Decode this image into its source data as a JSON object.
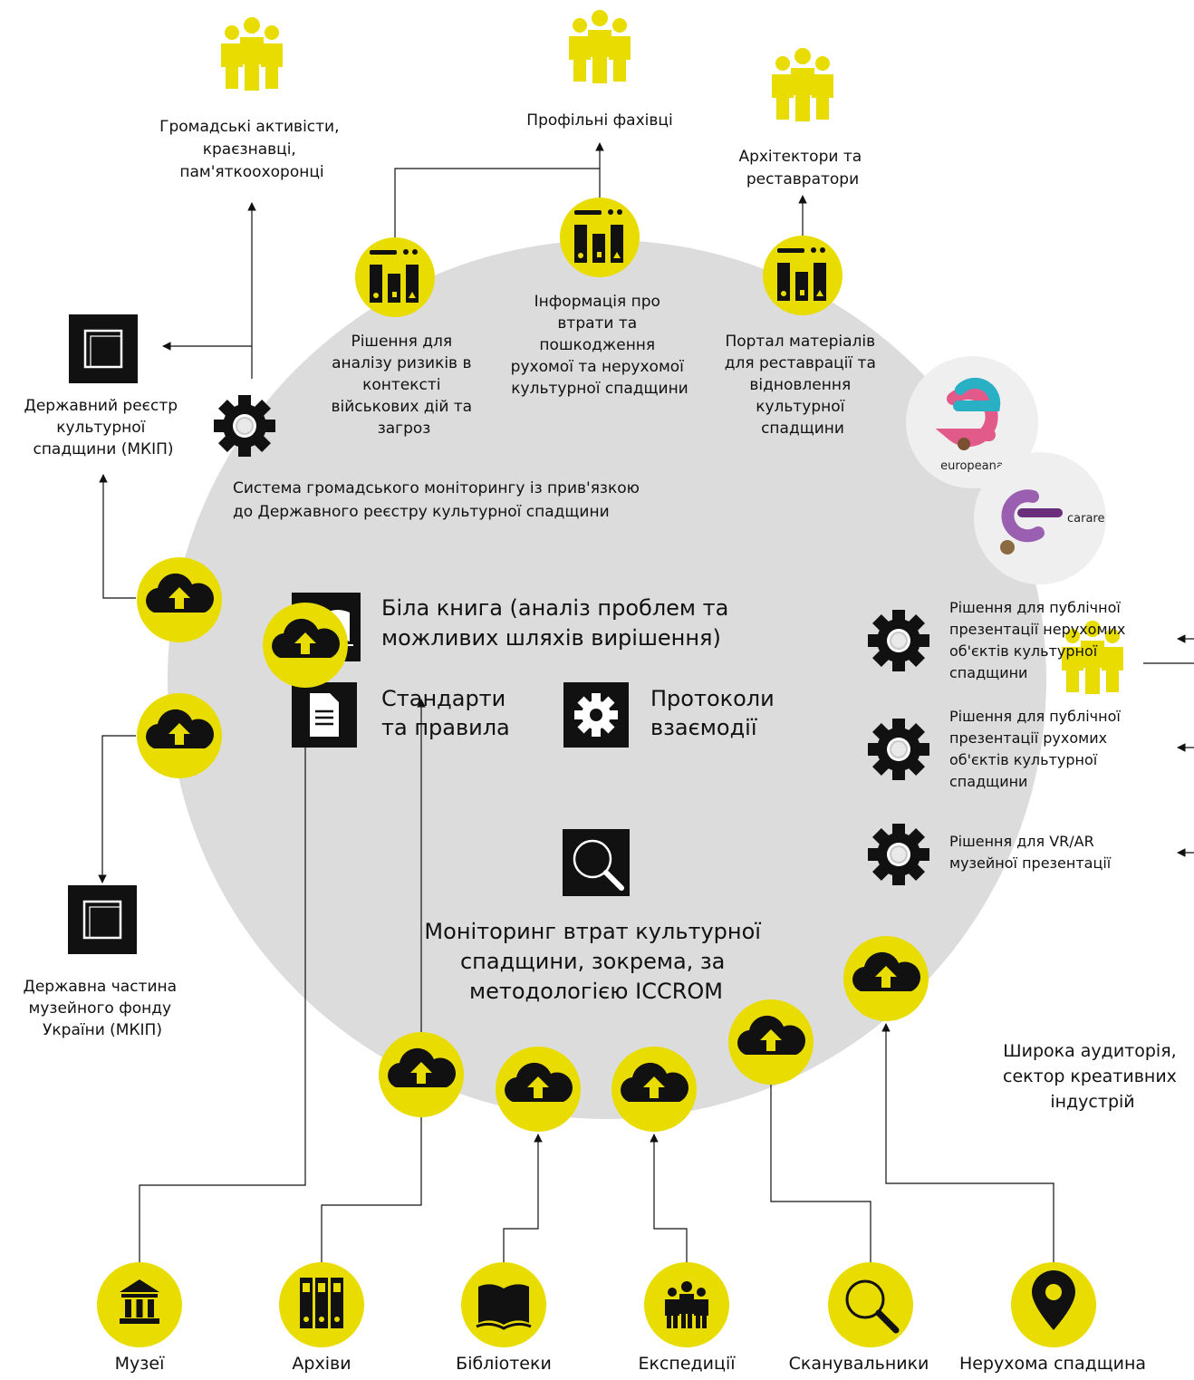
{
  "colors": {
    "accent_yellow": "#e8dc00",
    "circle_gray": "#dcdcdc",
    "icon_black": "#111111",
    "line": "#111111"
  },
  "stakeholders": {
    "activists": [
      "Громадські активісти,",
      "краєзнавці,",
      "пам'ятко­охоронці"
    ],
    "specialists": [
      "Профільні фахівці"
    ],
    "architects": [
      "Архітектори та",
      "реставратори"
    ],
    "audience": [
      "Широка аудиторія,",
      "сектор креативних",
      "індустрій"
    ]
  },
  "registries": {
    "state_register": [
      "Державний реєстр",
      "культурної",
      "спадщини (МКІП)"
    ],
    "museum_fund": [
      "Державна частина",
      "музейного фонду",
      "України (МКІП)"
    ]
  },
  "modules": {
    "risk": [
      "Рішення для",
      "аналізу ризиків в",
      "контексті",
      "військових дій та",
      "загроз"
    ],
    "losses": [
      "Інформація про",
      "втрати та",
      "пошкодження",
      "рухомої та нерухомої",
      "культурної спадщини"
    ],
    "portal": [
      "Портал матеріалів",
      "для реставрації та",
      "відновлення",
      "культурної",
      "спадщини"
    ],
    "monitoring_system": [
      "Система громадського моніторингу із прив'язкою",
      "до Державного реєстру культурної спадщини"
    ]
  },
  "center": {
    "white_book": [
      "Біла книга (аналіз проблем та",
      "можливих шляхів вирішення)"
    ],
    "standards": [
      "Стандарти",
      "та правила"
    ],
    "protocols": [
      "Протоколи",
      "взаємодії"
    ],
    "iccrom": [
      "Моніторинг втрат культурної",
      "спадщини, зокрема, за",
      "методологією ICCROM"
    ]
  },
  "presentations": {
    "immovable": [
      "Рішення для публічної",
      "презентації нерухомих",
      "об'єктів культурної",
      "спадщини"
    ],
    "movable": [
      "Рішення для публічної",
      "презентації рухомих",
      "об'єктів культурної",
      "спадщини"
    ],
    "vrar": [
      "Рішення для VR/AR",
      "музейної презентації"
    ]
  },
  "logos": {
    "europeana": "europeana",
    "carare": "carare"
  },
  "sources": [
    {
      "label": "Музеї",
      "icon": "museum-icon"
    },
    {
      "label": "Архіви",
      "icon": "archive-icon"
    },
    {
      "label": "Бібліотеки",
      "icon": "book-icon"
    },
    {
      "label": "Експедиції",
      "icon": "group-icon"
    },
    {
      "label": "Сканувальники",
      "icon": "magnifier-icon"
    },
    {
      "label": "Нерухома спадщина",
      "icon": "location-pin-icon"
    }
  ]
}
